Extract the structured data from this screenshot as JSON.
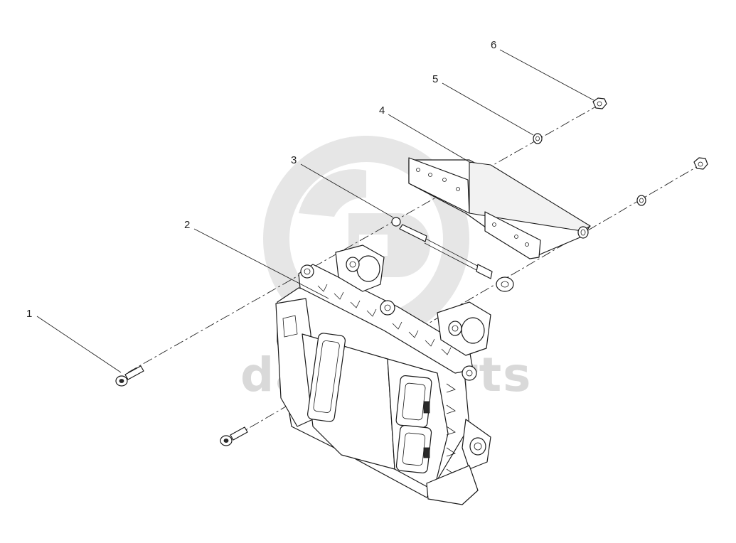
{
  "watermark": {
    "brand_text": "data-parts"
  },
  "callouts": [
    {
      "number": "1",
      "part": "screw"
    },
    {
      "number": "2",
      "part": "control-unit"
    },
    {
      "number": "3",
      "part": "stud-bolt"
    },
    {
      "number": "4",
      "part": "bracket"
    },
    {
      "number": "5",
      "part": "washer"
    },
    {
      "number": "6",
      "part": "nut"
    }
  ]
}
